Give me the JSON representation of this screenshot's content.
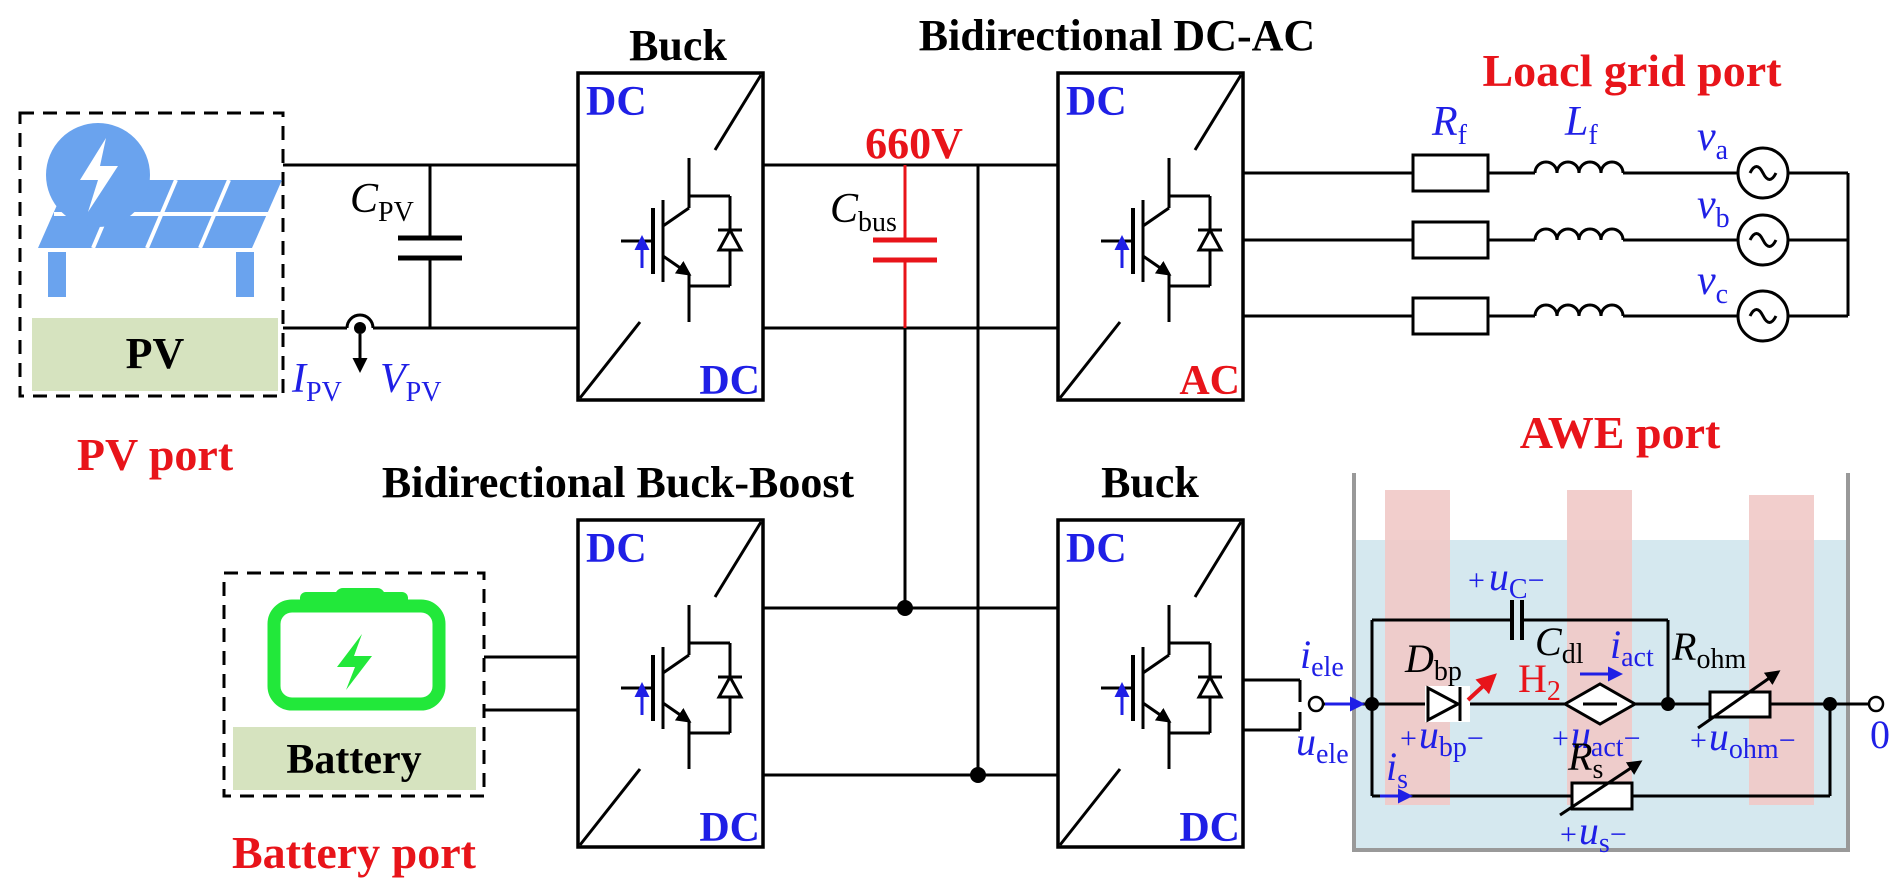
{
  "colors": {
    "title_black": "#000000",
    "port_red": "#e8141a",
    "label_blue": "#1f1fe6",
    "pv_panel_blue": "#6aa3ee",
    "battery_green": "#22e83a",
    "label_box_green": "#d6e3bf",
    "electrolyte_blue": "#d5e8ef",
    "electrode_pink": "#f1c9c6"
  },
  "ports": {
    "pv": {
      "label": "PV port",
      "box_label": "PV",
      "icon": "solar-panel-icon"
    },
    "battery": {
      "label": "Battery port",
      "box_label": "Battery",
      "icon": "battery-icon"
    },
    "grid": {
      "label": "Loacl grid port"
    },
    "awe": {
      "label": "AWE port"
    }
  },
  "converters": {
    "pv_buck": {
      "title": "Buck",
      "in": "DC",
      "out": "DC"
    },
    "inverter": {
      "title": "Bidirectional DC-AC",
      "in": "DC",
      "out": "AC"
    },
    "battery_converter": {
      "title": "Bidirectional Buck-Boost",
      "in": "DC",
      "out": "DC"
    },
    "awe_buck": {
      "title": "Buck",
      "in": "DC",
      "out": "DC"
    }
  },
  "bus": {
    "voltage": "660V",
    "cap_main": "C",
    "cap_sub": "bus"
  },
  "pv_side": {
    "cap_main": "C",
    "cap_sub": "PV",
    "current_main": "I",
    "current_sub": "PV",
    "voltage_main": "V",
    "voltage_sub": "PV"
  },
  "grid_side": {
    "resistor_main": "R",
    "resistor_sub": "f",
    "inductor_main": "L",
    "inductor_sub": "f",
    "phases": [
      {
        "main": "v",
        "sub": "a"
      },
      {
        "main": "v",
        "sub": "b"
      },
      {
        "main": "v",
        "sub": "c"
      }
    ]
  },
  "awe_circuit": {
    "i_ele": {
      "main": "i",
      "sub": "ele"
    },
    "u_ele": {
      "main": "u",
      "sub": "ele"
    },
    "u_c": {
      "plus": "+",
      "main": "u",
      "sub": "C",
      "minus": "−"
    },
    "c_dl": {
      "main": "C",
      "sub": "dl"
    },
    "d_bp": {
      "main": "D",
      "sub": "bp"
    },
    "h2": {
      "main": "H",
      "sub": "2"
    },
    "i_act": {
      "main": "i",
      "sub": "act"
    },
    "r_ohm": {
      "main": "R",
      "sub": "ohm"
    },
    "u_bp": {
      "plus": "+",
      "main": "u",
      "sub": "bp",
      "minus": "−"
    },
    "u_act": {
      "plus": "+",
      "main": "u",
      "sub": "act",
      "minus": "−"
    },
    "u_ohm": {
      "plus": "+",
      "main": "u",
      "sub": "ohm",
      "minus": "−"
    },
    "i_s": {
      "main": "i",
      "sub": "s"
    },
    "r_s": {
      "main": "R",
      "sub": "s"
    },
    "u_s": {
      "plus": "+",
      "main": "u",
      "sub": "s",
      "minus": "−"
    },
    "zero": "0"
  }
}
